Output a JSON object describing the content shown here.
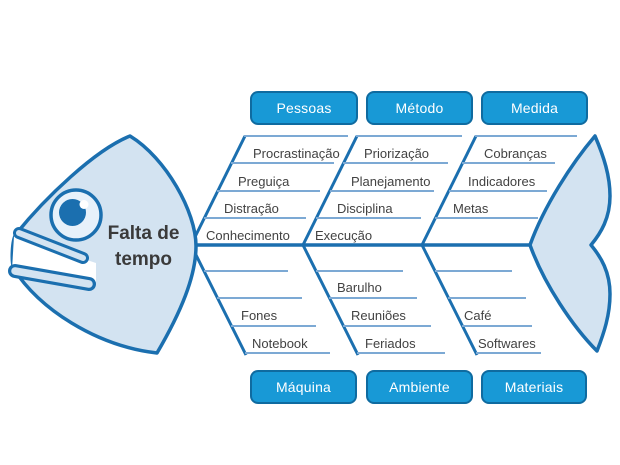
{
  "title": {
    "problem": "Falta de tempo"
  },
  "categories": {
    "top": [
      {
        "label": "Pessoas"
      },
      {
        "label": "Método"
      },
      {
        "label": "Medida"
      }
    ],
    "bottom": [
      {
        "label": "Máquina"
      },
      {
        "label": "Ambiente"
      },
      {
        "label": "Materiais"
      }
    ]
  },
  "causes": {
    "pessoas": [
      "Procrastinação",
      "Preguiça",
      "Distração",
      "Conhecimento"
    ],
    "metodo": [
      "Priorização",
      "Planejamento",
      "Disciplina",
      "Execução"
    ],
    "medida": [
      "Cobranças",
      "Indicadores",
      "Metas"
    ],
    "maquina": [
      "Fones",
      "Notebook"
    ],
    "ambiente": [
      "Barulho",
      "Reuniões",
      "Feriados"
    ],
    "materiais": [
      "Café",
      "Softwares"
    ]
  },
  "colors": {
    "box_fill": "#1899D6",
    "box_border": "#0F6BA0",
    "bone": "#1B6FAF",
    "sub_line": "#7CA9D4",
    "shape_fill": "#D3E3F1",
    "label_text": "#424242",
    "title_text": "#3A3A3A",
    "box_text": "#FFFFFF"
  }
}
